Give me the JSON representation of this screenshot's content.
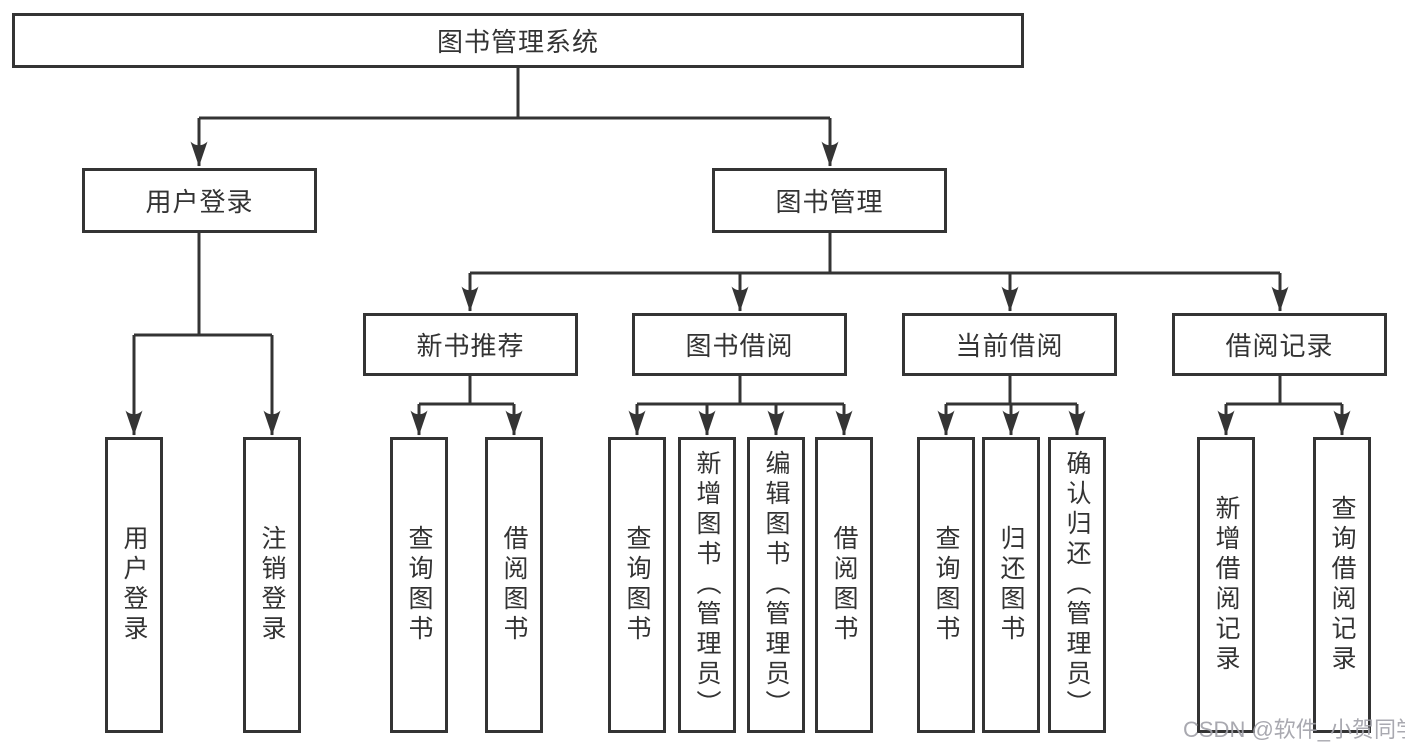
{
  "nodes": {
    "root": "图书管理系统",
    "user_login": "用户登录",
    "book_manage": "图书管理",
    "new_book_recommend": "新书推荐",
    "book_borrow": "图书借阅",
    "current_borrow": "当前借阅",
    "borrow_records": "借阅记录",
    "leaf_user_login": "用户登录",
    "leaf_logout": "注销登录",
    "leaf_recommend_query": "查询图书",
    "leaf_recommend_borrow": "借阅图书",
    "leaf_borrow_query": "查询图书",
    "leaf_borrow_add": "新增图书（管理员）",
    "leaf_borrow_edit": "编辑图书（管理员）",
    "leaf_borrow_borrow": "借阅图书",
    "leaf_current_query": "查询图书",
    "leaf_current_return": "归还图书",
    "leaf_current_confirm": "确认归还（管理员）",
    "leaf_records_add": "新增借阅记录",
    "leaf_records_query": "查询借阅记录"
  },
  "watermark": "CSDN @软件_小贺同学",
  "colors": {
    "line": "#343434",
    "text": "#333333",
    "watermark": "#a2a2aa",
    "background": "#ffffff"
  }
}
